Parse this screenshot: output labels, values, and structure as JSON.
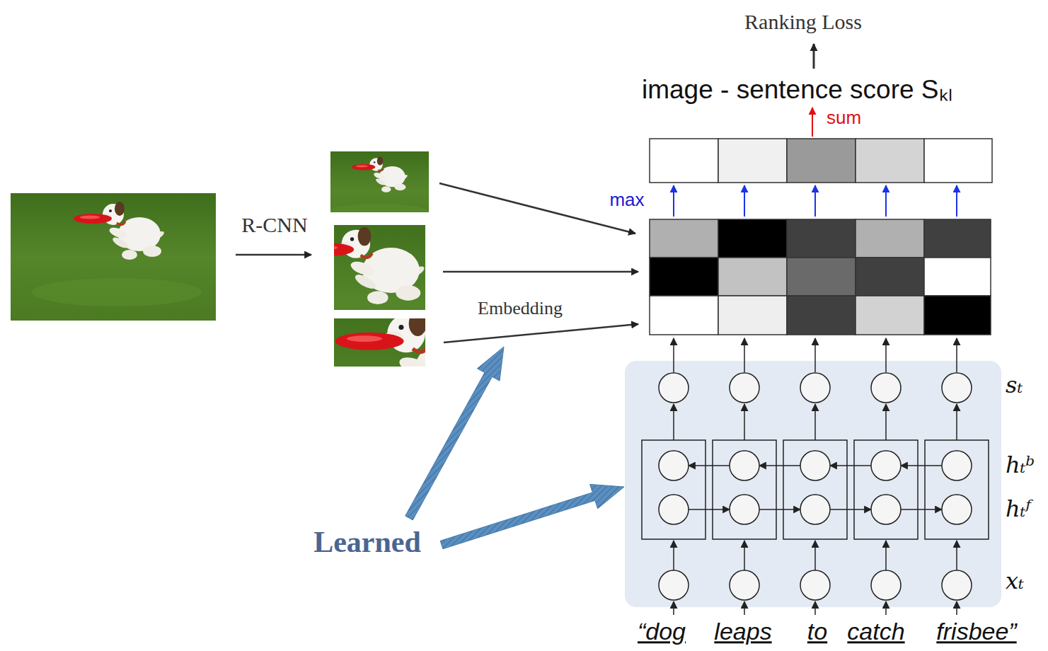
{
  "diagram": {
    "labels": [
      "Ranking Loss",
      "image - sentence score Sₖₗ",
      "sum",
      "max",
      "R-CNN",
      "Embedding",
      "sₜ",
      "hₜᵇ",
      "hₜᶠ",
      "Learned",
      "xₜ",
      "“dog",
      "leaps",
      "to",
      "catch",
      "frisbee”"
    ]
  }
}
